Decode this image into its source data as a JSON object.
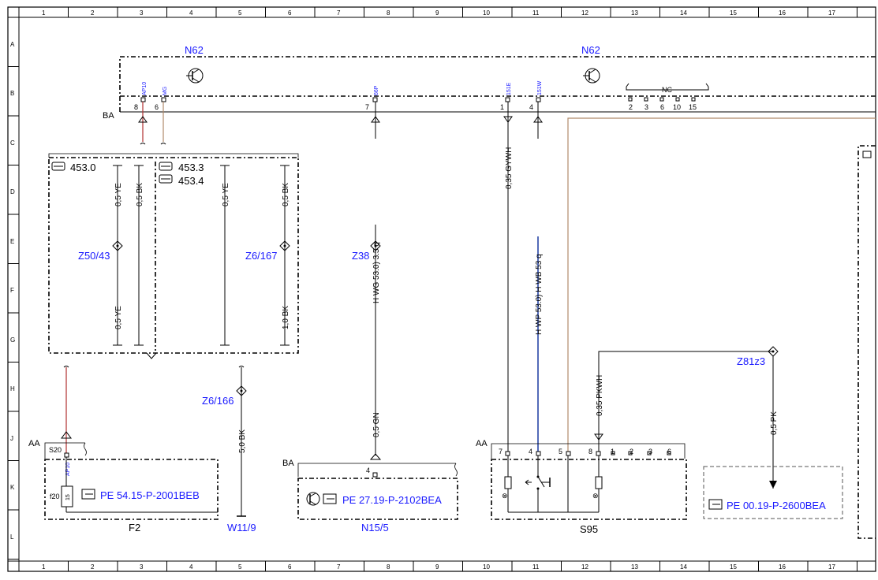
{
  "grid": {
    "columns": [
      "1",
      "2",
      "3",
      "4",
      "5",
      "6",
      "7",
      "8",
      "9",
      "10",
      "11",
      "12",
      "13",
      "14",
      "15",
      "16",
      "17"
    ],
    "rows": [
      "A",
      "B",
      "C",
      "D",
      "E",
      "F",
      "G",
      "H",
      "J",
      "K",
      "L"
    ]
  },
  "modules": {
    "n62_left": "N62",
    "n62_right": "N62",
    "n62_pins": [
      {
        "pin": "8",
        "signal": "AP10"
      },
      {
        "pin": "6",
        "signal": "MG"
      },
      {
        "pin": "7",
        "signal": "66P"
      },
      {
        "pin": "1",
        "signal": "151E"
      },
      {
        "pin": "4",
        "signal": "151W"
      }
    ],
    "nc_label": "NC",
    "nc_pins": [
      "2",
      "3",
      "6",
      "10",
      "15"
    ],
    "ba_top": "BA"
  },
  "variants": {
    "left": "453.0",
    "right_1": "453.3",
    "right_2": "453.4"
  },
  "wires": {
    "w1": "0,5 YE",
    "w2": "0,5 BK",
    "w3": "0,5 YE",
    "w4": "0,5 BK",
    "w5": "0,5 YE",
    "w6": "1,0 BK",
    "w7": "0,35 GYWH",
    "w8": "H WG 53.0) 3.5 q",
    "w9": "H WP 53.0) H WB 53 q",
    "w10": "0,5 GN",
    "w11": "5,0 BK",
    "w12": "0,35 PKWH",
    "w13": "0,5 PK"
  },
  "splices": {
    "z50": "Z50/43",
    "z6_167": "Z6/167",
    "z38": "Z38",
    "z6_166": "Z6/166",
    "z81": "Z81z3"
  },
  "components": {
    "f2": {
      "name": "F2",
      "aa": "AA",
      "connector": "S20",
      "fuse_no": "f20",
      "fuse_val": "15",
      "pin_signal": "AP10",
      "ref": "PE 54.15-P-2001BEB"
    },
    "w11": {
      "name": "W11/9"
    },
    "n15": {
      "name": "N15/5",
      "ba": "BA",
      "pin": "4",
      "ref": "PE 27.19-P-2102BEA"
    },
    "s95": {
      "name": "S95",
      "aa": "AA",
      "pins": [
        "7",
        "4",
        "5",
        "8",
        "1",
        "2",
        "3",
        "6"
      ]
    },
    "pe00": {
      "ref": "PE 00.19-P-2600BEA"
    }
  },
  "colors": {
    "brown_wire": "#b08a6a",
    "red_wire": "#b03030",
    "blue_wire": "#1a3aa0",
    "text_blue": "#1a1aff"
  }
}
